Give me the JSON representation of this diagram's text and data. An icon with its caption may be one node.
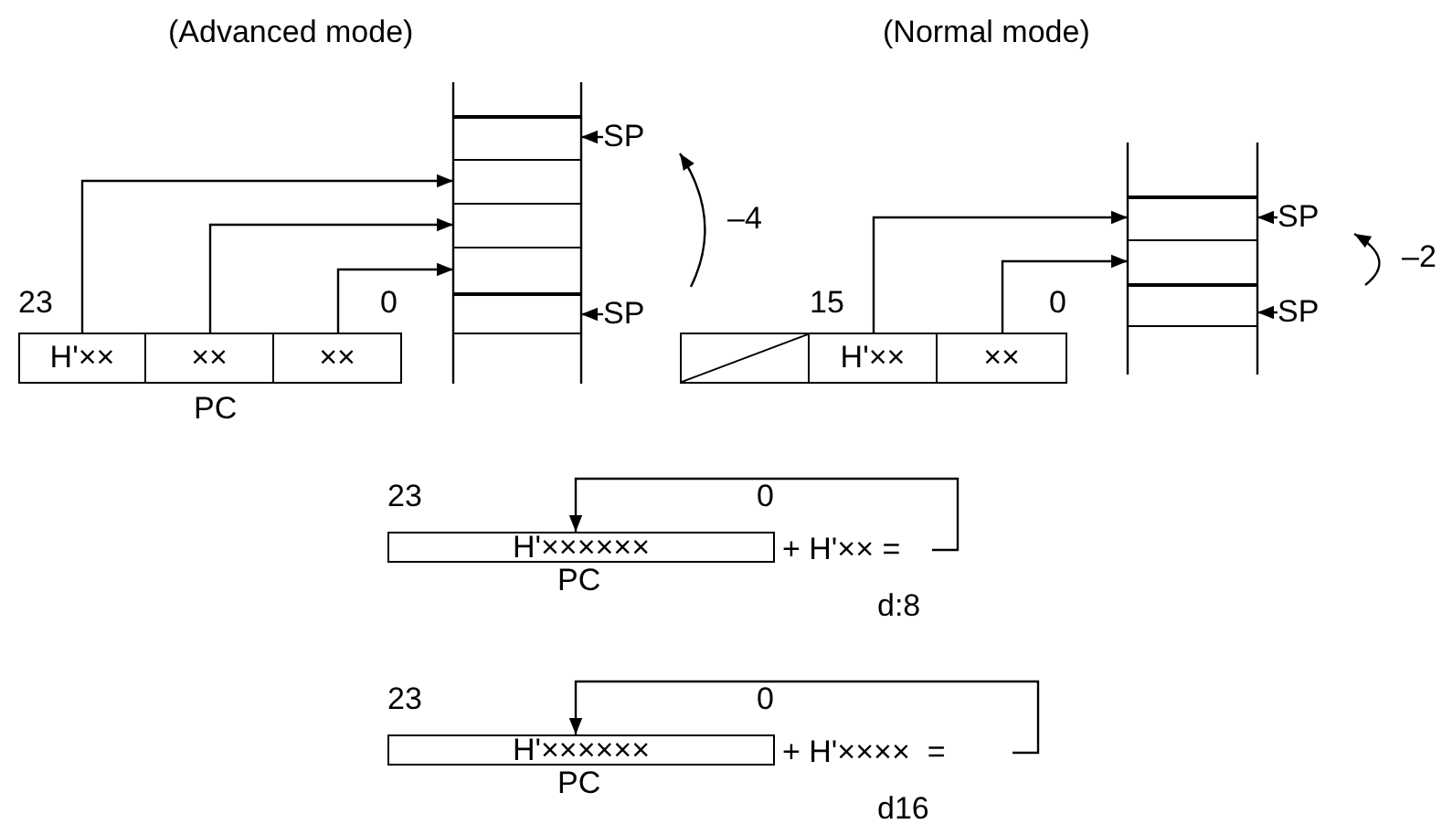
{
  "diagram": {
    "nodes": [
      {
        "text": [
          "H'××"
        ]
      },
      {
        "text": [
          "××"
        ]
      },
      {
        "text": [
          "××"
        ]
      },
      {
        "text": [],
        "shape": "box"
      },
      {
        "text": [],
        "shape": "box"
      },
      {
        "text": [],
        "shape": "box"
      },
      {
        "text": [],
        "shape": "box"
      },
      {
        "text": [],
        "shape": "box"
      },
      {
        "text": [
          "SP"
        ]
      },
      {
        "text": [
          "SP"
        ]
      },
      {
        "text": [],
        "shape": "box"
      },
      {
        "text": [
          "H'××"
        ]
      },
      {
        "text": [
          "××"
        ]
      },
      {
        "text": [],
        "shape": "box"
      },
      {
        "text": [],
        "shape": "box"
      },
      {
        "text": [],
        "shape": "box"
      },
      {
        "text": [
          "SP"
        ]
      },
      {
        "text": [
          "SP"
        ]
      },
      {
        "text": [
          "H'××××××"
        ]
      },
      {
        "text": [
          "+ H'×× ="
        ],
        "beside": [
          "d:8"
        ]
      },
      {
        "text": [
          "H'××××××"
        ]
      },
      {
        "text": [
          "+ H'××××  ="
        ],
        "beside": [
          "d16"
        ]
      }
    ],
    "edges": [
      {
        "from": 0,
        "to": 4,
        "arrow": "to"
      },
      {
        "from": 1,
        "to": 5,
        "arrow": "to"
      },
      {
        "from": 2,
        "to": 6,
        "arrow": "to"
      },
      {
        "from": 8,
        "to": 3,
        "arrow": "to"
      },
      {
        "from": 9,
        "to": 7,
        "arrow": "to"
      },
      {
        "from": 9,
        "to": 8,
        "arrow": "to",
        "label": "–4"
      },
      {
        "from": 11,
        "to": 13,
        "arrow": "to"
      },
      {
        "from": 12,
        "to": 14,
        "arrow": "to"
      },
      {
        "from": 16,
        "to": 13,
        "arrow": "to"
      },
      {
        "from": 17,
        "to": 15,
        "arrow": "to"
      },
      {
        "from": 17,
        "to": 16,
        "arrow": "to",
        "label": "–2"
      },
      {
        "from": 19,
        "to": 18,
        "arrow": "to"
      },
      {
        "from": 21,
        "to": 20,
        "arrow": "to"
      }
    ],
    "labels": [
      "(Advanced mode)",
      "(Normal mode)",
      "23",
      "0",
      "PC",
      "15",
      "0",
      "23",
      "0",
      "PC",
      "23",
      "0",
      "PC"
    ]
  }
}
